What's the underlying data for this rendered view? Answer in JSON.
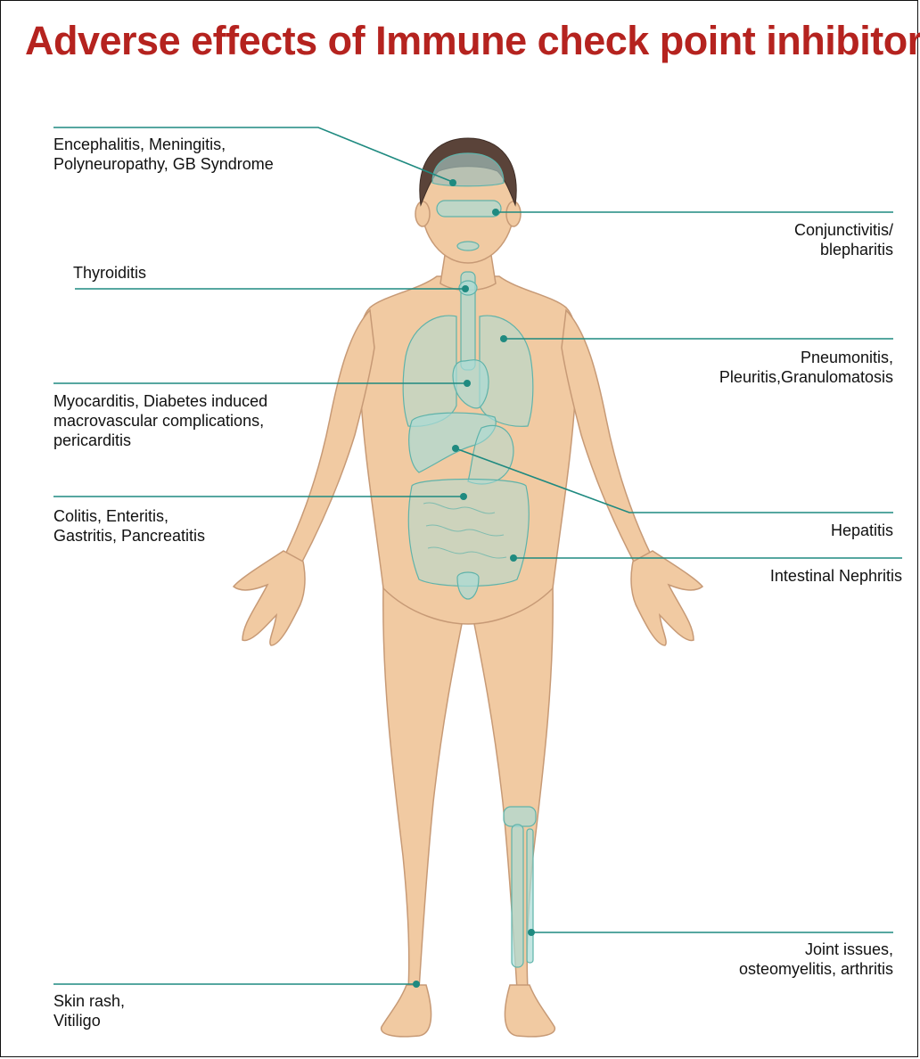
{
  "title": "Adverse effects of Immune check point inhibitors",
  "colors": {
    "title": "#b5231f",
    "leader_line": "#1f8a80",
    "skin": "#f1caa2",
    "skin_outline": "#c79a76",
    "hair": "#5a4339",
    "organ": "#a9dcd6",
    "organ_outline": "#5fb3aa"
  },
  "labels": {
    "neuro": "Encephalitis, Meningitis,\nPolyneuropathy, GB Syndrome",
    "eyes": "Conjunctivitis/\nblepharitis",
    "thyroid": "Thyroiditis",
    "lungs": "Pneumonitis,\nPleuritis,Granulomatosis",
    "heart": "Myocarditis, Diabetes induced\nmacrovascular complications,\npericarditis",
    "liver": "Hepatitis",
    "gut": "Colitis, Enteritis,\nGastritis, Pancreatitis",
    "kidney": "Intestinal Nephritis",
    "joints": "Joint issues,\nosteomyelitis, arthritis",
    "skin": "Skin rash,\nVitiligo"
  }
}
